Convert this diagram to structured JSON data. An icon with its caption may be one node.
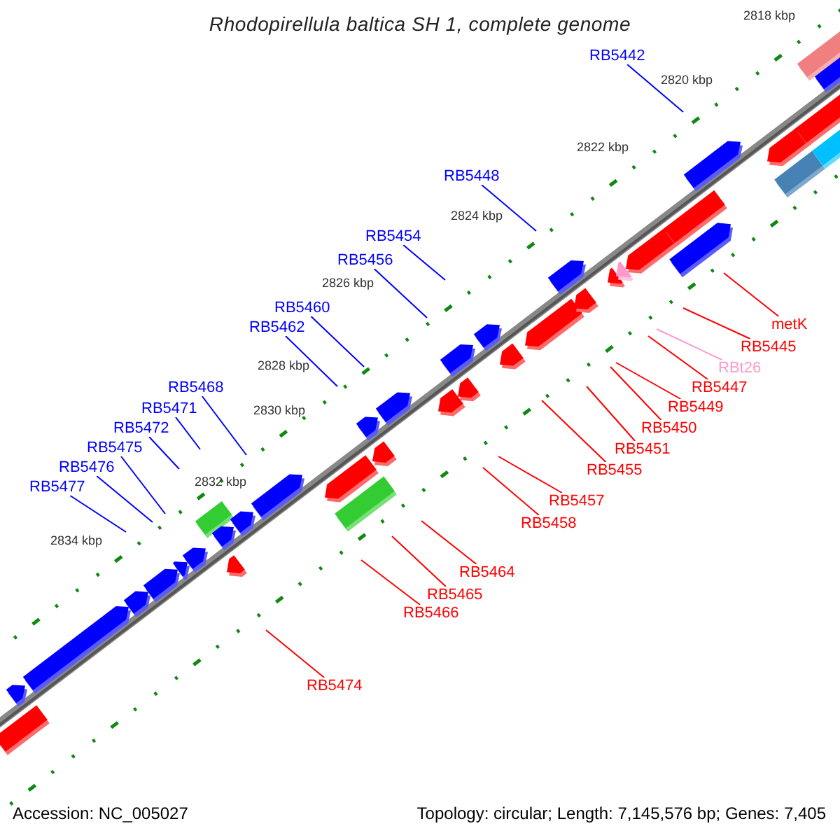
{
  "diagram": {
    "title": "Rhodopirellula baltica SH 1, complete genome",
    "nodes": [
      {
        "text": [
          "RB5442"
        ]
      },
      {
        "text": [
          "RB5448"
        ]
      },
      {
        "text": [
          "RB5454"
        ]
      },
      {
        "text": [
          "RB5456"
        ]
      },
      {
        "text": [
          "RB5460"
        ]
      },
      {
        "text": [
          "RB5462"
        ]
      },
      {
        "text": [
          "RB5468"
        ]
      },
      {
        "text": [
          "RB5471"
        ]
      },
      {
        "text": [
          "RB5472"
        ]
      },
      {
        "text": [
          "RB5475"
        ]
      },
      {
        "text": [
          "RB5476"
        ]
      },
      {
        "text": [
          "RB5477"
        ]
      },
      {
        "text": [
          "metK"
        ]
      },
      {
        "text": [
          "RB5445"
        ]
      },
      {
        "text": [
          "RBt26"
        ]
      },
      {
        "text": [
          "RB5447"
        ]
      },
      {
        "text": [
          "RB5449"
        ]
      },
      {
        "text": [
          "RB5450"
        ]
      },
      {
        "text": [
          "RB5451"
        ]
      },
      {
        "text": [
          "RB5455"
        ]
      },
      {
        "text": [
          "RB5457"
        ]
      },
      {
        "text": [
          "RB5458"
        ]
      },
      {
        "text": [
          "RB5464"
        ]
      },
      {
        "text": [
          "RB5465"
        ]
      },
      {
        "text": [
          "RB5466"
        ]
      },
      {
        "text": [
          "RB5474"
        ]
      }
    ],
    "edges": [
      {
        "from": 0,
        "to": null,
        "arrow": "none",
        "color": "#0000ff"
      },
      {
        "from": 1,
        "to": null,
        "arrow": "none",
        "color": "#0000ff"
      },
      {
        "from": 2,
        "to": null,
        "arrow": "none",
        "color": "#0000ff"
      },
      {
        "from": 3,
        "to": null,
        "arrow": "none",
        "color": "#0000ff"
      },
      {
        "from": 4,
        "to": null,
        "arrow": "none",
        "color": "#0000ff"
      },
      {
        "from": 5,
        "to": null,
        "arrow": "none",
        "color": "#0000ff"
      },
      {
        "from": 6,
        "to": null,
        "arrow": "none",
        "color": "#0000ff"
      },
      {
        "from": 7,
        "to": null,
        "arrow": "none",
        "color": "#0000ff"
      },
      {
        "from": 8,
        "to": null,
        "arrow": "none",
        "color": "#0000ff"
      },
      {
        "from": 9,
        "to": null,
        "arrow": "none",
        "color": "#0000ff"
      },
      {
        "from": 10,
        "to": null,
        "arrow": "none",
        "color": "#0000ff"
      },
      {
        "from": 11,
        "to": null,
        "arrow": "none",
        "color": "#0000ff"
      },
      {
        "from": 12,
        "to": null,
        "arrow": "none"
      },
      {
        "from": 13,
        "to": null,
        "arrow": "none"
      },
      {
        "from": 14,
        "to": null,
        "arrow": "none",
        "color": "#ff99cc"
      },
      {
        "from": 15,
        "to": null,
        "arrow": "none"
      },
      {
        "from": 16,
        "to": null,
        "arrow": "none"
      },
      {
        "from": 17,
        "to": null,
        "arrow": "none"
      },
      {
        "from": 18,
        "to": null,
        "arrow": "none"
      },
      {
        "from": 19,
        "to": null,
        "arrow": "none"
      },
      {
        "from": 20,
        "to": null,
        "arrow": "none"
      },
      {
        "from": 21,
        "to": null,
        "arrow": "none"
      },
      {
        "from": 22,
        "to": null,
        "arrow": "none"
      },
      {
        "from": 23,
        "to": null,
        "arrow": "none"
      },
      {
        "from": 24,
        "to": null,
        "arrow": "none"
      },
      {
        "from": 25,
        "to": null,
        "arrow": "none"
      }
    ],
    "labels": [
      "2818 kbp",
      "2820 kbp",
      "2822 kbp",
      "2824 kbp",
      "2826 kbp",
      "2828 kbp",
      "2830 kbp",
      "2832 kbp",
      "2834 kbp",
      "Accession: NC_005027",
      "Topology: circular; Length: 7,145,576 bp; Genes: 7,405"
    ]
  }
}
